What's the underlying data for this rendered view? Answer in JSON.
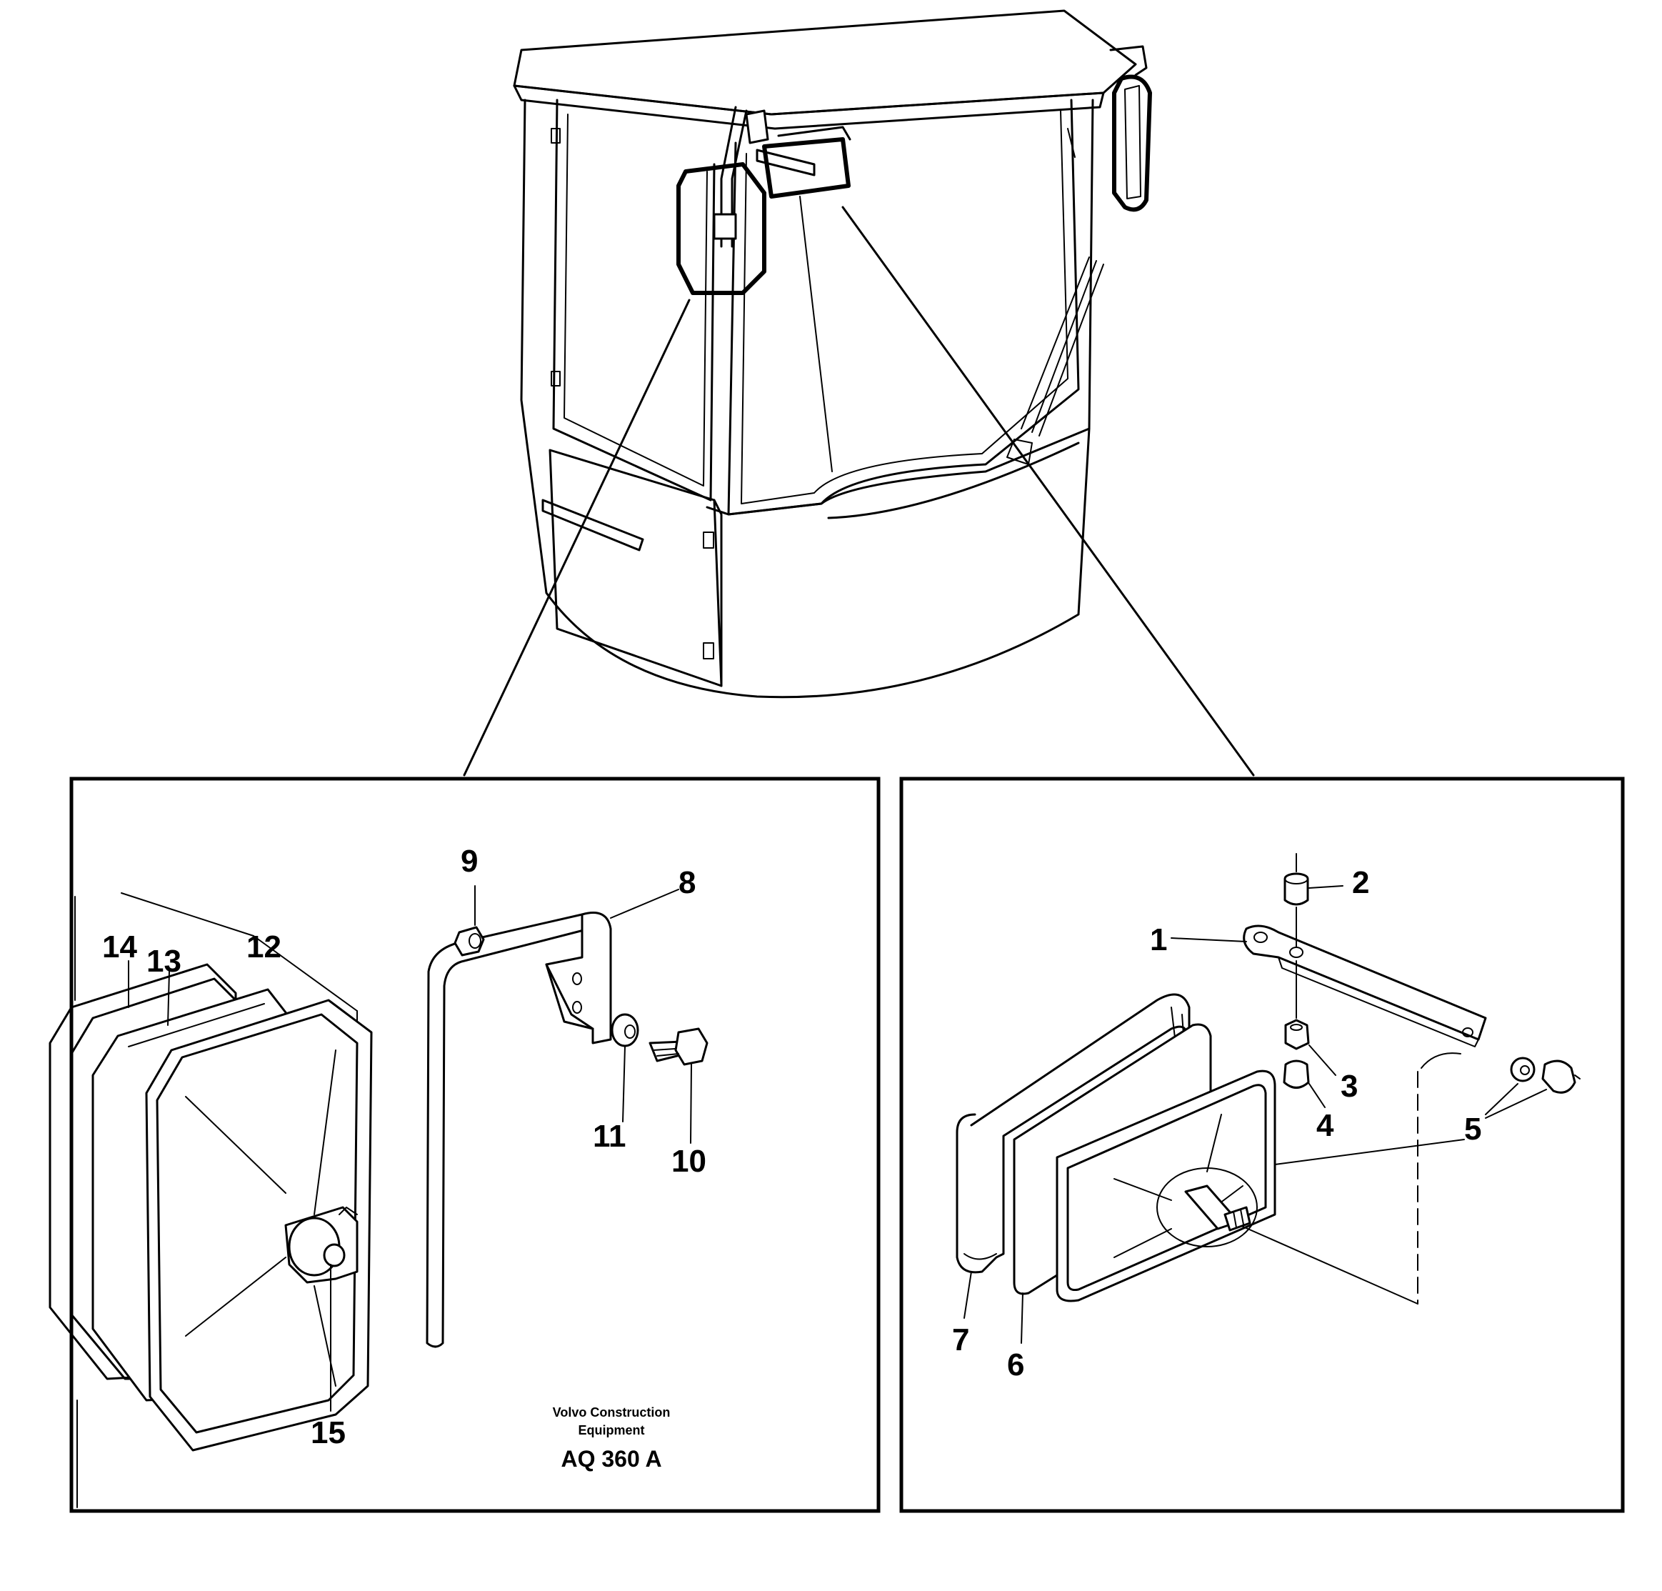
{
  "callouts": {
    "c1": "1",
    "c2": "2",
    "c3": "3",
    "c4": "4",
    "c5": "5",
    "c6": "6",
    "c7": "7",
    "c8": "8",
    "c9": "9",
    "c10": "10",
    "c11": "11",
    "c12": "12",
    "c13": "13",
    "c14": "14",
    "c15": "15"
  },
  "footer": {
    "maker_line1": "Volvo Construction",
    "maker_line2": "Equipment",
    "code": "AQ 360 A"
  }
}
